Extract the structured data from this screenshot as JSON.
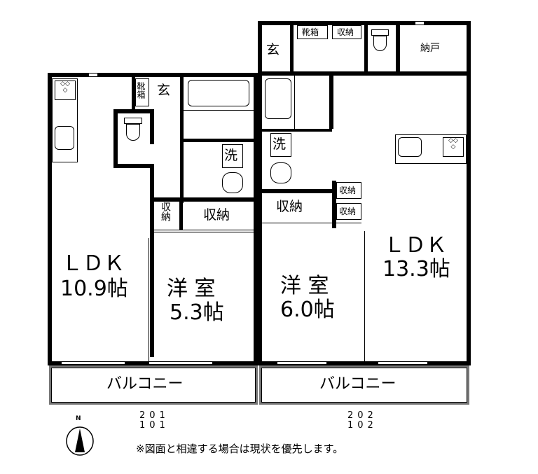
{
  "units": [
    {
      "id": "left-unit",
      "numbers": [
        "201",
        "101"
      ],
      "rooms": {
        "ldk": {
          "label": "ＬＤＫ",
          "size": "10.9帖"
        },
        "western": {
          "label": "洋 室",
          "size": "5.3帖"
        },
        "entrance": "玄",
        "shoe_box": "靴箱",
        "storage_small": "収納",
        "storage": "収納",
        "washer": "洗"
      },
      "balcony": "バルコニー"
    },
    {
      "id": "right-unit",
      "numbers": [
        "202",
        "102"
      ],
      "rooms": {
        "ldk": {
          "label": "ＬＤＫ",
          "size": "13.3帖"
        },
        "western": {
          "label": "洋 室",
          "size": "6.0帖"
        },
        "entrance": "玄",
        "shoe_box": "靴箱",
        "storage_entry": "収納",
        "closet": "納戸",
        "storage": "収納",
        "storage_upper": "収納",
        "storage_lower": "収納",
        "washer": "洗"
      },
      "balcony": "バルコニー"
    }
  ],
  "compass": {
    "label": "N"
  },
  "note": "※図面と相違する場合は現状を優先します。"
}
